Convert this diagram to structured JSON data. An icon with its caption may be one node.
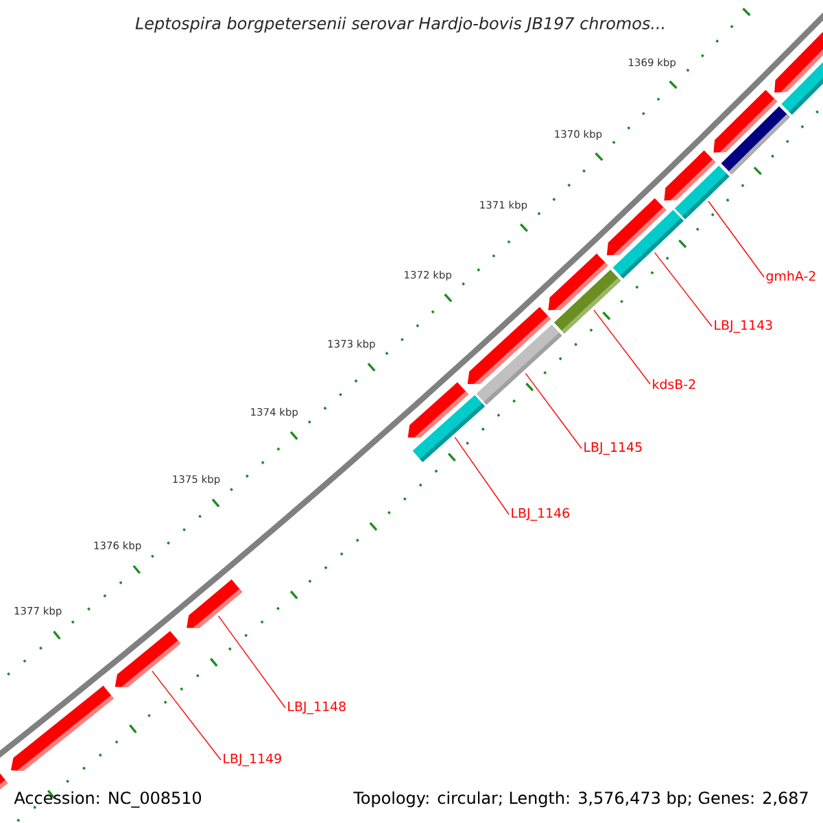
{
  "diagram": {
    "title": "Leptospira borgpetersenii serovar Hardjo-bovis JB197 chromos...",
    "nodes": [
      {
        "text": [
          "gmhA-2"
        ]
      },
      {
        "text": [
          "LBJ_1143"
        ]
      },
      {
        "text": [
          "kdsB-2"
        ]
      },
      {
        "text": [
          "LBJ_1145"
        ]
      },
      {
        "text": [
          "LBJ_1146"
        ]
      },
      {
        "text": [
          "LBJ_1148"
        ]
      },
      {
        "text": [
          "LBJ_1149"
        ]
      },
      {
        "text": [],
        "shape": "pentagon"
      },
      {
        "text": [],
        "shape": "bar"
      },
      {
        "text": [],
        "shape": "pentagon"
      },
      {
        "text": [],
        "shape": "bar"
      },
      {
        "text": [],
        "shape": "pentagon"
      },
      {
        "text": [],
        "shape": "bar"
      },
      {
        "text": [],
        "shape": "bar"
      },
      {
        "text": [],
        "shape": "pentagon"
      },
      {
        "text": [],
        "shape": "bar"
      },
      {
        "text": [],
        "shape": "pentagon"
      },
      {
        "text": [],
        "shape": "bar"
      },
      {
        "text": [],
        "shape": "pentagon"
      },
      {
        "text": [],
        "shape": "bar"
      },
      {
        "text": [],
        "shape": "pentagon"
      },
      {
        "text": [],
        "shape": "pentagon"
      },
      {
        "text": [],
        "shape": "pentagon"
      },
      {
        "text": [],
        "shape": "pentagon"
      },
      {
        "text": [],
        "shape": "pentagon"
      }
    ],
    "edges": [
      {
        "from": 0,
        "to": 12,
        "arrow": "none"
      },
      {
        "from": 1,
        "to": 13,
        "arrow": "none"
      },
      {
        "from": 2,
        "to": 15,
        "arrow": "none"
      },
      {
        "from": 3,
        "to": 17,
        "arrow": "none"
      },
      {
        "from": 4,
        "to": 19,
        "arrow": "none"
      },
      {
        "from": 5,
        "to": 21,
        "arrow": "none"
      },
      {
        "from": 6,
        "to": 22,
        "arrow": "none"
      }
    ],
    "labels": [
      "1369 kbp",
      "1370 kbp",
      "1371 kbp",
      "1372 kbp",
      "1373 kbp",
      "1374 kbp",
      "1375 kbp",
      "1376 kbp",
      "1377 kbp",
      "Accession: NC_008510",
      "Topology: circular; Length: 3,576,473 bp; Genes: 2,687"
    ]
  }
}
